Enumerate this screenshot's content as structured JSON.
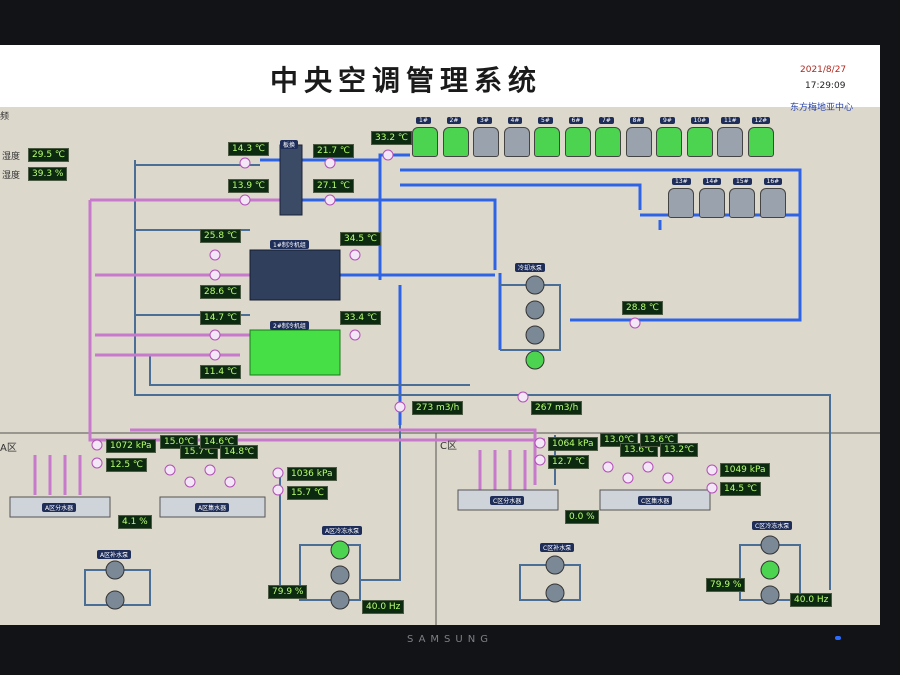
{
  "header": {
    "title": "中央空调管理系统",
    "date": "2021/8/27",
    "time": "17:29:09",
    "org": "东方梅地亚中心"
  },
  "left_panel": {
    "corner_text": "频",
    "humidity_label": "湿度",
    "humidity_value": "29.5 ℃",
    "humidity2_label": "湿度",
    "humidity2_value": "39.3 %"
  },
  "chillers": {
    "chiller1_label": "1#制冷机组",
    "chiller2_label": "2#制冷机组",
    "chiller1_in": "25.8 ℃",
    "chiller1_out": "28.6 ℃",
    "chiller1_cond": "34.5 ℃",
    "chiller2_in": "14.7 ℃",
    "chiller2_out": "11.4 ℃",
    "chiller2_cond": "33.4 ℃"
  },
  "heat_exchanger": {
    "label": "板换",
    "t1": "14.3 ℃",
    "t2": "13.9 ℃",
    "t3": "21.7 ℃",
    "t4": "27.1 ℃",
    "t5": "33.2 ℃"
  },
  "cooling_towers": {
    "row1": [
      "1#",
      "2#",
      "3#",
      "4#",
      "5#",
      "6#",
      "7#",
      "8#",
      "9#",
      "10#",
      "11#",
      "12#"
    ],
    "row2": [
      "13#",
      "14#",
      "15#",
      "16#"
    ]
  },
  "cooling_pump": {
    "label": "冷却水泵",
    "temp": "28.8 ℃"
  },
  "flow": {
    "f1": "273 m3/h",
    "f2": "267 m3/h"
  },
  "zone_a": {
    "zone_label": "A区",
    "pressure1": "1072 kPa",
    "temp1": "12.5 ℃",
    "splitter": "A区分水器",
    "collector": "A区集水器",
    "small_temps": [
      "15.0℃",
      "15.7℃",
      "14.6℃",
      "14.8℃"
    ],
    "pressure2": "1036 kPa",
    "temp2": "15.7 ℃",
    "valve_pct": "4.1 %",
    "make_up_pump": "A区补水泵",
    "secondary_pump": "A区冷冻水泵",
    "pump_pct": "79.9 %",
    "freq": "40.0 Hz"
  },
  "zone_c": {
    "zone_label": "C区",
    "pressure1": "1064 kPa",
    "temp1": "12.7 ℃",
    "splitter": "C区分水器",
    "collector": "C区集水器",
    "small_temps": [
      "13.0℃",
      "13.6℃",
      "13.6℃",
      "13.2℃"
    ],
    "pressure2": "1049 kPa",
    "temp2": "14.5 ℃",
    "valve_pct": "0.0 %",
    "make_up_pump": "C区补水泵",
    "secondary_pump": "C区冷冻水泵",
    "pump_pct": "79.9 %",
    "freq": "40.0 Hz"
  },
  "bezel": {
    "brand": "SAMSUNG"
  },
  "colors": {
    "chilled_pipe": "#2f63e6",
    "hot_pipe": "#c77acb",
    "grey_pipe": "#4a6e96",
    "tower_on": "#4cd34f",
    "tower_off": "#9aa2ad",
    "value_bg": "#0c2a10",
    "value_text": "#b9ff70"
  }
}
